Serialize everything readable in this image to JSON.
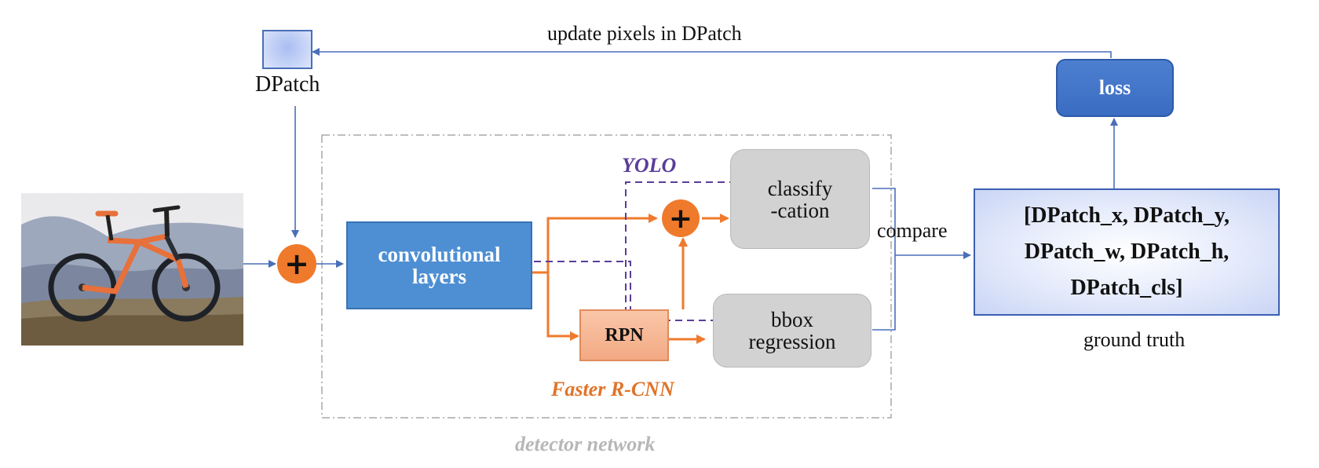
{
  "labels": {
    "update": "update pixels in DPatch",
    "dpatch": "DPatch",
    "loss": "loss",
    "yolo": "YOLO",
    "classify_1": "classify",
    "classify_2": "-cation",
    "conv_1": "convolutional",
    "conv_2": "layers",
    "compare": "compare",
    "rpn": "RPN",
    "bbox_1": "bbox",
    "bbox_2": "regression",
    "faster": "Faster R-CNN",
    "detector": "detector network",
    "gt_1": "[DPatch_x, DPatch_y,",
    "gt_2": "DPatch_w, DPatch_h,",
    "gt_3": "DPatch_cls]",
    "ground": "ground truth",
    "plus": "+"
  },
  "colors": {
    "blue_arrow": "#4a6fb8",
    "orange": "#ef7a2c",
    "purple": "#5b3d9a",
    "faster_label": "#e07428",
    "gray_box": "#d2d2d2"
  }
}
